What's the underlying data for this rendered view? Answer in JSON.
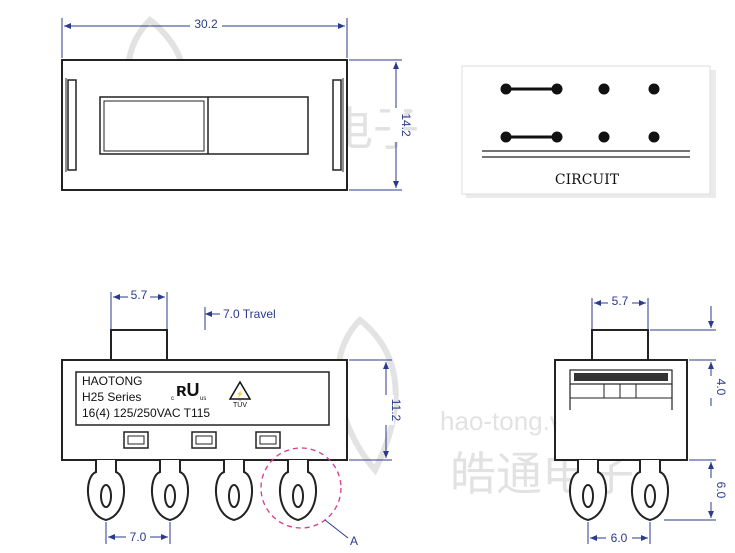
{
  "top_view": {
    "width_dim": "30.2",
    "height_dim": "14.2"
  },
  "circuit": {
    "label": "CIRCUIT"
  },
  "front_view": {
    "actuator_dim": "5.7",
    "travel_dim": "7.0 Travel",
    "height_dim": "11.2",
    "pitch_dim": "7.0",
    "detail_label": "A",
    "marking_line1": "HAOTONG",
    "marking_line2": "H25 Series",
    "marking_line3": "16(4) 125/250VAC T115"
  },
  "side_view": {
    "actuator_dim": "5.7",
    "actuator_height_dim": "4.0",
    "terminal_height_dim": "6.0",
    "terminal_pitch_dim": "6.0"
  },
  "watermark": {
    "url": "hao-tong.vip",
    "chinese": "皓通电子"
  }
}
